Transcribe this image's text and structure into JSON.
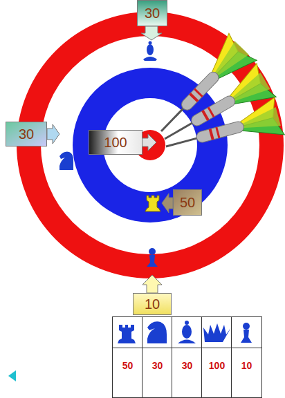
{
  "diagram": {
    "nodes": [
      {
        "text": [
          "30"
        ]
      },
      {
        "text": [
          "30"
        ]
      },
      {
        "text": [
          "100"
        ]
      },
      {
        "text": [
          "50"
        ]
      },
      {
        "text": [
          "10"
        ]
      }
    ],
    "labels": [
      "50",
      "30",
      "30",
      "100",
      "10"
    ]
  }
}
